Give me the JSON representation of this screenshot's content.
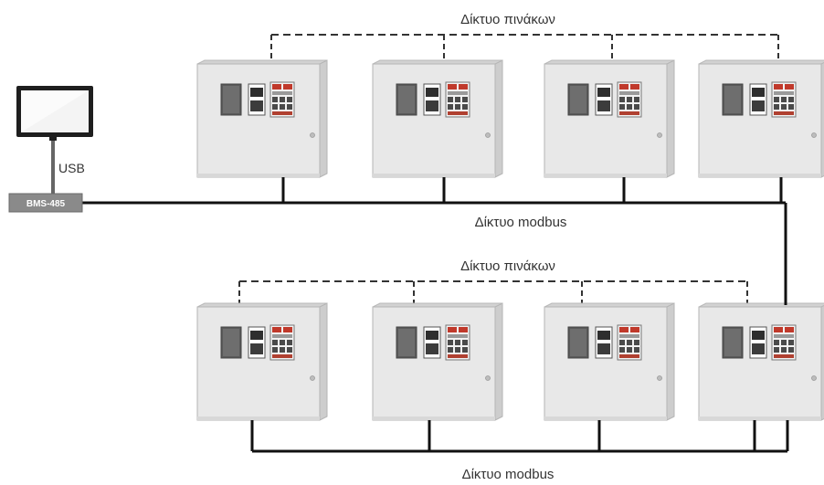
{
  "labels": {
    "panel_network": "Δίκτυο πινάκων",
    "modbus_network": "Δίκτυο modbus",
    "usb": "USB",
    "bms": "BMS-485"
  },
  "colors": {
    "line": "#111111",
    "panel_front": "#e6e6e6",
    "panel_side": "#cfcfcf",
    "panel_edge": "#b5b5b5",
    "accent_red": "#c0392b",
    "bms_box": "#8a8a8a"
  },
  "icons": [
    "monitor-icon",
    "fire-panel-icon"
  ],
  "rows": [
    {
      "panels": [
        "panel-1",
        "panel-2",
        "panel-3",
        "panel-4"
      ]
    },
    {
      "panels": [
        "panel-5",
        "panel-6",
        "panel-7",
        "panel-8"
      ]
    }
  ]
}
